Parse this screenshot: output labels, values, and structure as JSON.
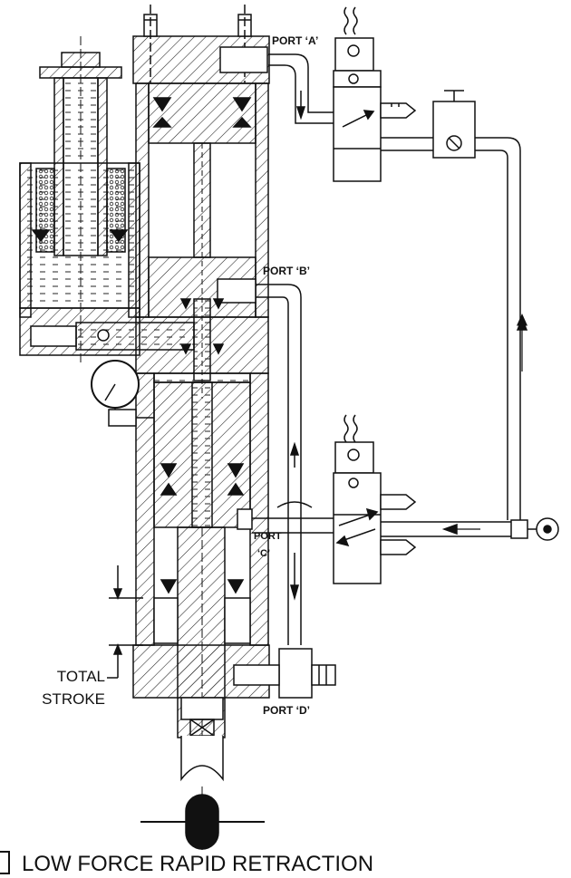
{
  "labels": {
    "port_a": "PORT ‘A’",
    "port_b": "PORT ‘B’",
    "port_c_line1": "PORT",
    "port_c_line2": "‘C’",
    "port_d": "PORT ‘D’",
    "total_stroke_line1": "TOTAL",
    "total_stroke_line2": "STROKE"
  },
  "caption": {
    "text": "LOW FORCE RAPID RETRACTION"
  }
}
